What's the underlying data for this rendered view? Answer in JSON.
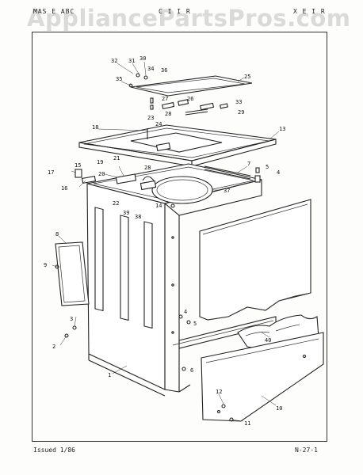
{
  "header": {
    "left": "MAS E   ABC",
    "center": "C I I R",
    "right": "X E I R"
  },
  "watermark": "AppliancePartsPros.com",
  "footer": {
    "issued": "Issued 1/86",
    "page_code": "N-27-1"
  },
  "callouts": [
    "32",
    "31",
    "30",
    "34",
    "36",
    "35",
    "25",
    "27",
    "26",
    "28",
    "33",
    "29",
    "23",
    "24",
    "18",
    "13",
    "21",
    "15",
    "17",
    "19",
    "20",
    "28",
    "16",
    "5",
    "4",
    "7",
    "37",
    "22",
    "39",
    "38",
    "14",
    "8",
    "9",
    "3",
    "2",
    "1",
    "6",
    "5",
    "4",
    "40",
    "10",
    "12",
    "11"
  ],
  "colors": {
    "ink": "#222222",
    "paper": "#fdfdfb",
    "watermark": "#bebebe"
  }
}
